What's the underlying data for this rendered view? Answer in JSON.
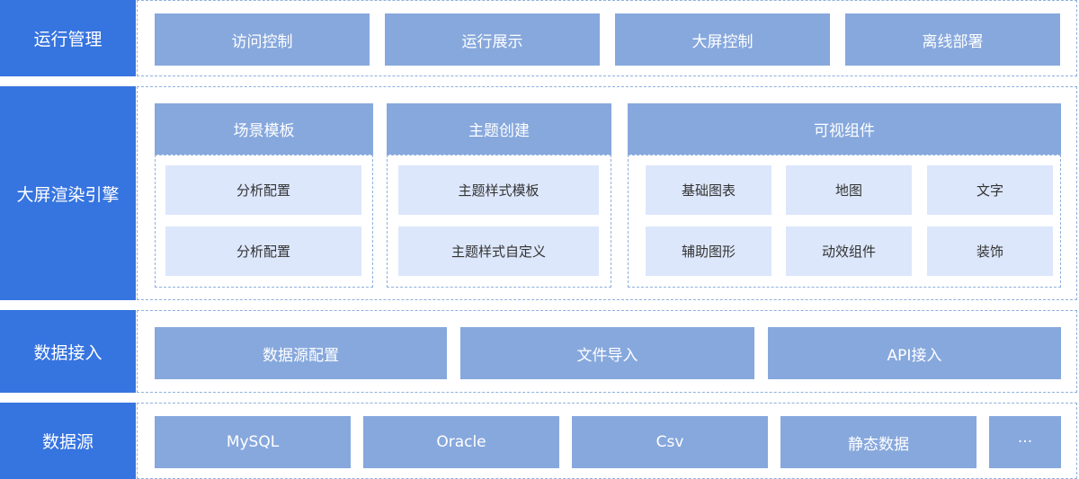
{
  "layers": {
    "ops": {
      "label": "运行管理",
      "items": [
        "访问控制",
        "运行展示",
        "大屏控制",
        "离线部署"
      ]
    },
    "engine": {
      "label": "大屏渲染引擎",
      "groups": [
        {
          "title": "场景模板",
          "items": [
            "分析配置",
            "分析配置"
          ]
        },
        {
          "title": "主题创建",
          "items": [
            "主题样式模板",
            "主题样式自定义"
          ]
        },
        {
          "title": "可视组件",
          "items": [
            "基础图表",
            "地图",
            "文字",
            "辅助图形",
            "动效组件",
            "装饰"
          ]
        }
      ]
    },
    "access": {
      "label": "数据接入",
      "items": [
        "数据源配置",
        "文件导入",
        "API接入"
      ]
    },
    "sources": {
      "label": "数据源",
      "items": [
        "MySQL",
        "Oracle",
        "Csv",
        "静态数据",
        "···"
      ]
    }
  },
  "colors": {
    "label_bg": "#3674e0",
    "box_bg": "#87a8dd",
    "sub_bg": "#dce7fb",
    "border": "#8fb0de"
  }
}
